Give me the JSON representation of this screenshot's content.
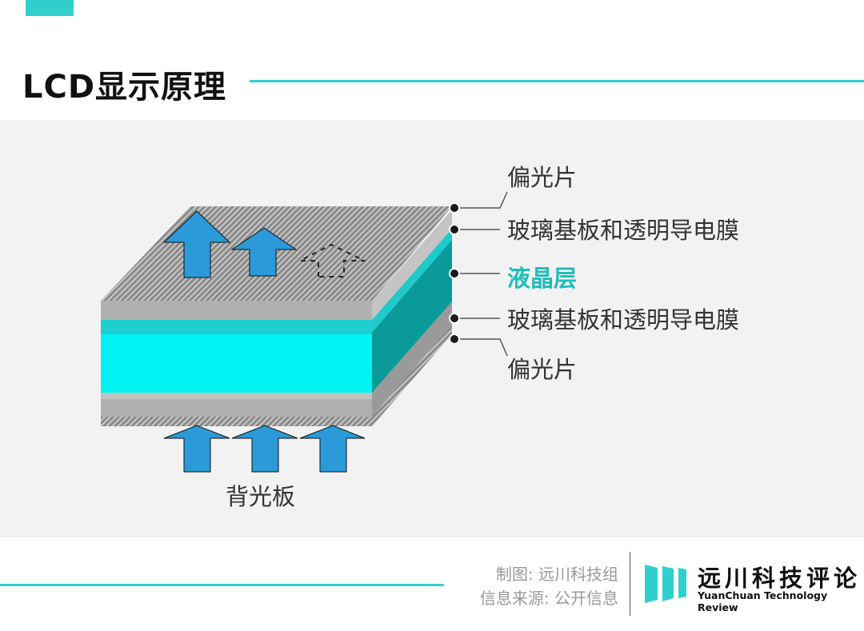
{
  "header": {
    "title": "LCD显示原理"
  },
  "diagram": {
    "layers": [
      {
        "label": "偏光片",
        "highlight": false
      },
      {
        "label": "玻璃基板和透明导电膜",
        "highlight": false
      },
      {
        "label": "液晶层",
        "highlight": true
      },
      {
        "label": "玻璃基板和透明导电膜",
        "highlight": false
      },
      {
        "label": "偏光片",
        "highlight": false
      }
    ],
    "backlight_label": "背光板",
    "colors": {
      "accent": "#2fd0cc",
      "liquid_crystal": "#00f3f3",
      "arrow": "#2b9ad8",
      "highlight_text": "#1fbdb8"
    }
  },
  "footer": {
    "credit_line1": "制图: 远川科技组",
    "credit_line2": "信息来源: 公开信息",
    "logo_cn": "远川科技评论",
    "logo_en": "YuanChuan Technology Review"
  }
}
